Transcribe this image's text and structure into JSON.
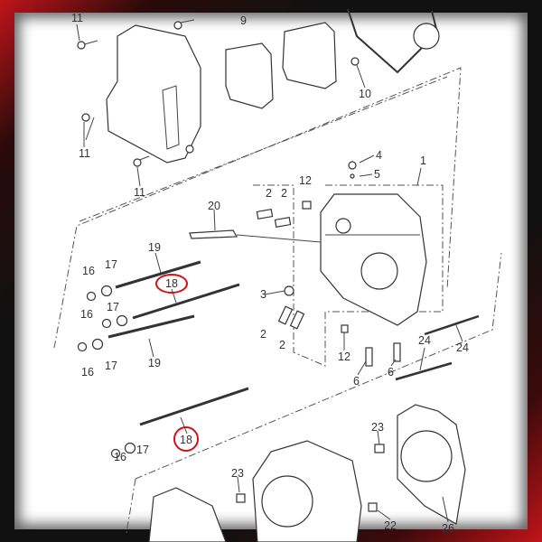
{
  "diagram": {
    "title": "Cylinder head exploded parts diagram",
    "highlight_color": "#d01218",
    "labels": {
      "cover_bolt_top": "11",
      "gasket_9": "9",
      "bolt_10": "10",
      "cover_bolt_left": "11",
      "cover_bolt_bottom": "11",
      "bolt_4": "4",
      "washer_5": "5",
      "head_1": "1",
      "dowel_12_top": "12",
      "guide_2a": "2",
      "guide_2b": "2",
      "spark_plug_20": "20",
      "stud_19_top": "19",
      "nut_16_a": "16",
      "washer_17_a": "17",
      "stud_18_top": "18",
      "plug_3": "3",
      "nut_16_b": "16",
      "washer_17_b": "17",
      "guide_2c": "2",
      "guide_2d": "2",
      "stud_19_bottom": "19",
      "dowel_12_bottom": "12",
      "bolt_24_right": "24",
      "bolt_24_left": "24",
      "nut_16_c": "16",
      "washer_17_c": "17",
      "stud_6_a": "6",
      "stud_6_b": "6",
      "stud_18_bottom": "18",
      "nut_16_d": "16",
      "washer_17_d": "17",
      "dowel_23_right": "23",
      "dowel_23_left": "23",
      "dowel_22": "22",
      "gasket_26": "26"
    }
  }
}
